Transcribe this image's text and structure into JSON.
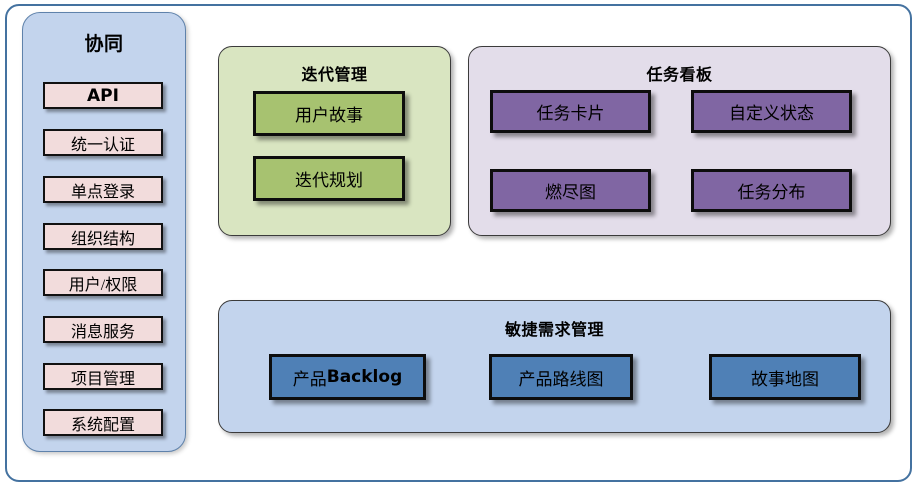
{
  "diagram": {
    "background_color": "#ffffff",
    "frame_border_color": "#4472a0"
  },
  "sidebar": {
    "title": "协同",
    "background_color": "#c3d4ed",
    "item_color": "#f2dcdc",
    "items": [
      {
        "label": "API"
      },
      {
        "label": "统一认证"
      },
      {
        "label": "单点登录"
      },
      {
        "label": "组织结构"
      },
      {
        "label": "用户/权限"
      },
      {
        "label": "消息服务"
      },
      {
        "label": "项目管理"
      },
      {
        "label": "系统配置"
      }
    ]
  },
  "iteration_panel": {
    "title": "迭代管理",
    "background_color": "#d9e5c1",
    "item_color": "#a7c270",
    "items": [
      {
        "label": "用户故事"
      },
      {
        "label": "迭代规划"
      }
    ]
  },
  "taskboard_panel": {
    "title": "任务看板",
    "background_color": "#e3ddea",
    "item_color": "#8066a3",
    "items": [
      {
        "label": "任务卡片"
      },
      {
        "label": "自定义状态"
      },
      {
        "label": "燃尽图"
      },
      {
        "label": "任务分布"
      }
    ]
  },
  "agile_panel": {
    "title": "敏捷需求管理",
    "background_color": "#c3d4ed",
    "item_color": "#4f80b6",
    "items": [
      {
        "label": "产品Backlog",
        "cjk": "产品",
        "latin": "Backlog"
      },
      {
        "label": "产品路线图"
      },
      {
        "label": "故事地图"
      }
    ]
  }
}
